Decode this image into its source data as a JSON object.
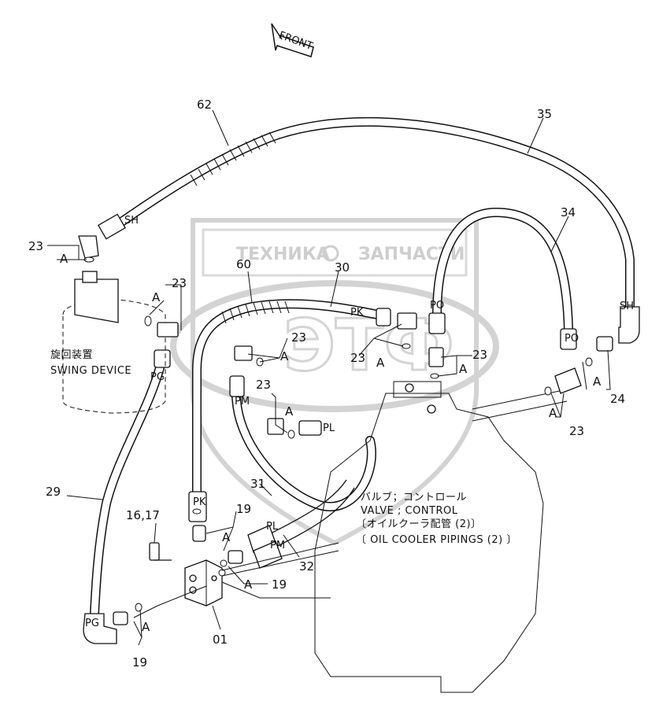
{
  "front_label": "FRONT",
  "watermark": {
    "left": "ТЕХНИКА",
    "right": "ЗАПЧАСТИ",
    "logo": "ЭТФ"
  },
  "notes": {
    "swing_device_jp": "旋回装置",
    "swing_device_en": "SWING DEVICE",
    "valve_jp": "バルブ；コントロール",
    "valve_en": "VALVE ; CONTROL",
    "oil_cooler_jp": "〔オイルクーラ配管 (2)〕",
    "oil_cooler_en": "〔 OIL COOLER PIPINGS (2) 〕"
  },
  "callouts": {
    "c62": "62",
    "c35": "35",
    "c34": "34",
    "c60": "60",
    "c30": "30",
    "c29": "29",
    "c31": "31",
    "c32": "32",
    "c01": "01",
    "c24": "24",
    "c1617": "16,17",
    "c23_a": "23",
    "c23_b": "23",
    "c23_c": "23",
    "c23_d": "23",
    "c23_e": "23",
    "c23_f": "23",
    "c23_g": "23",
    "c19_a": "19",
    "c19_b": "19",
    "c19_c": "19",
    "A": "A"
  },
  "ports": {
    "SH1": "SH",
    "SH2": "SH",
    "PK1": "PK",
    "PK2": "PK",
    "PO1": "PO",
    "PO2": "PO",
    "PG1": "PG",
    "PG2": "PG",
    "PM1": "PM",
    "PM2": "PM",
    "PL1": "PL",
    "PL2": "PL"
  }
}
